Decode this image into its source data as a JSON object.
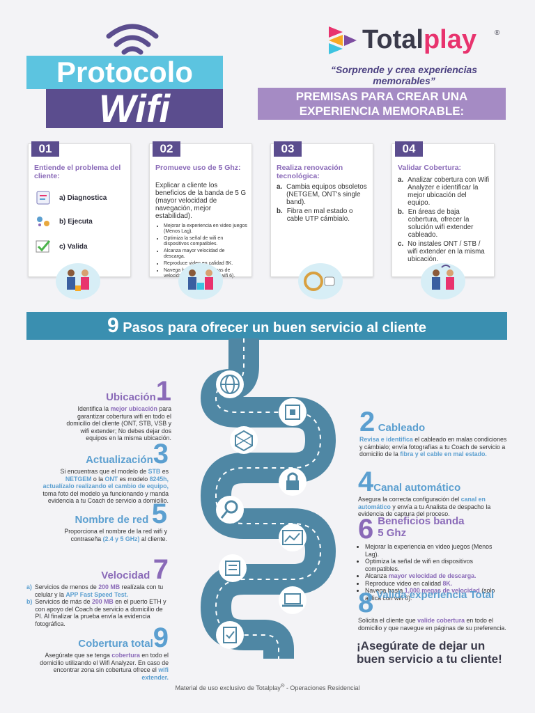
{
  "header": {
    "title_top": "Protocolo",
    "title_bottom": "Wifi",
    "brand": "Total",
    "brand_accent": "play",
    "brand_reg": "®",
    "slogan": "“Sorprende y crea experiencias memorables”",
    "premisas": "PREMISAS PARA CREAR UNA EXPERIENCIA MEMORABLE:"
  },
  "cards": [
    {
      "num": "01",
      "head": "Entiende el problema del cliente:",
      "items": [
        "a) Diagnostica",
        "b) Ejecuta",
        "c) Valida"
      ]
    },
    {
      "num": "02",
      "head": "Promueve uso de 5 Ghz:",
      "intro": "Explicar a cliente los beneficios de la banda de 5 G (mayor velocidad de navegación, mejor estabilidad).",
      "bullets": [
        "Mejorar la experiencia en video juegos (Menos Lag).",
        "Optimiza la señal de wifi en dispositivos compatibles.",
        "Alcanza mayor velocidad de descarga.",
        "Reproduce video en calidad 8K.",
        "Navega hasta 1,000 megas de velocidad (solo aplica con wifi 6)."
      ]
    },
    {
      "num": "03",
      "head": "Realiza renovación tecnológica:",
      "list": [
        {
          "m": "a.",
          "t": "Cambia equipos obsoletos (NETGEM, ONT's single band)."
        },
        {
          "m": "b.",
          "t": "Fibra en mal estado o cable UTP cámbialo."
        }
      ]
    },
    {
      "num": "04",
      "head": "Validar Cobertura:",
      "list": [
        {
          "m": "a.",
          "t": "Analizar cobertura con Wifi Analyzer e identificar la mejor ubicación del equipo."
        },
        {
          "m": "b.",
          "t": "En áreas de baja cobertura, ofrecer la solución wifi extender cableado."
        },
        {
          "m": "c.",
          "t": "No instales ONT / STB / wifi extender en la misma ubicación."
        }
      ]
    }
  ],
  "banner": {
    "num": "9",
    "text": " Pasos para ofrecer un buen servicio al cliente"
  },
  "steps": {
    "s1": {
      "title": "Ubicación",
      "num": "1",
      "t1": "Identifica la ",
      "h1": "mejor ubicación",
      "t2": " para garantizar cobertura wifi en todo el domicilio del cliente (ONT, STB, VSB y wifi extender; No debes dejar dos equipos en la misma ubicación."
    },
    "s2": {
      "title": "Cableado",
      "num": "2",
      "h1": "Revisa e identifica",
      "t1": " el cableado en malas condiciones y cámbialo; envía fotografías a tu Coach de servicio a domicilio de la ",
      "h2": "fibra y el cable en mal estado."
    },
    "s3": {
      "title": "Actualización",
      "num": "3",
      "t1": "Si encuentras que el modelo de ",
      "h1": "STB",
      "t2": " es ",
      "h2": "NETGEM",
      "t3": " o la ",
      "h3": "ONT",
      "t4": " es modelo ",
      "h4": "8245h, actualízalo realizando el cambio de equipo,",
      "t5": " toma foto del modelo ya funcionando y manda evidencia a tu Coach de servicio a domicilio."
    },
    "s4": {
      "title": "Canal automático",
      "num": "4",
      "t1": "Asegura la correcta configuración del ",
      "h1": "canal en automático",
      "t2": " y envía a tu Analista de despacho la evidencia de captura del proceso."
    },
    "s5": {
      "title": "Nombre de red",
      "num": "5",
      "t1": "Proporciona el nombre de la red wifi y contraseña ",
      "h1": "(2.4 y 5 GHz)",
      "t2": " al cliente."
    },
    "s6": {
      "title": "Beneficios banda 5 Ghz",
      "num": "6",
      "b1": "Mejorar la experiencia en video juegos (Menos Lag).",
      "b2": "Optimiza la señal de wifi en dispositivos compatibles.",
      "b3a": "Alcanza ",
      "b3h": "mayor velocidad de descarga.",
      "b4a": "Reproduce video en calidad ",
      "b4h": "8K.",
      "b5a": "Navega hasta ",
      "b5h": "1,000 megas de velocidad",
      "b5b": " (solo aplica con wifi 6)."
    },
    "s7": {
      "title": "Velocidad",
      "num": "7",
      "a_m": "a)",
      "a1": "Servicios de menos de ",
      "ah": "200 MB",
      "a2": " realízala con tu celular y la ",
      "ah2": "APP Fast Speed Test.",
      "b_m": "b)",
      "b1": "Servicios de más de ",
      "bh": "200 MB",
      "b2": " en el puerto ETH y con apoyo del Coach de servicio a domicilio de PI. Al finalizar la prueba envía la evidencia fotográfica."
    },
    "s8": {
      "title": "Valida experiencia Total",
      "num": "8",
      "t1": "Solicita el cliente que ",
      "h1": "valide cobertura",
      "t2": " en todo el domicilio y que navegue en páginas de su preferencia."
    },
    "s9": {
      "title": "Cobertura total",
      "num": "9",
      "t1": "Asegúrate que se tenga ",
      "h1": "cobertura",
      "t2": " en todo el domicilio utilizando el Wifi Analyzer. En caso de encontrar zona sin cobertura ofrece el ",
      "h2": "wifi extender."
    }
  },
  "closing": "¡Asegúrate de dejar un buen servicio a tu cliente!",
  "footer": {
    "a": "Material de uso exclusivo de Totalplay",
    "sup": "®",
    "b": " - Operaciones Residencial"
  },
  "colors": {
    "purple": "#5b4d8e",
    "cyan": "#5cc4e0",
    "blue": "#5b9fd0",
    "lilac": "#a58bc4",
    "road": "#4f87a4"
  }
}
